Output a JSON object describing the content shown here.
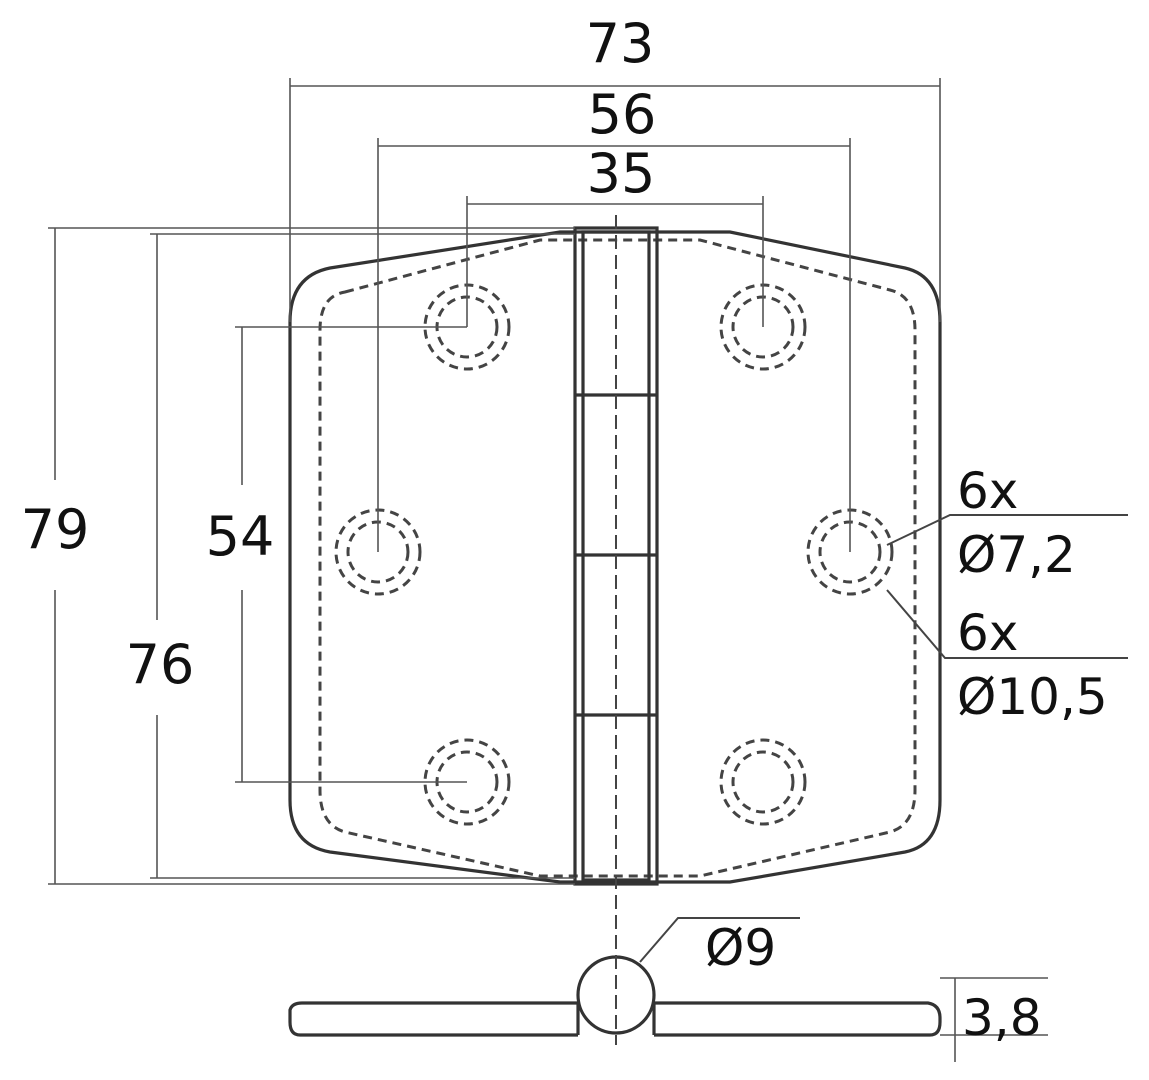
{
  "dimensions": {
    "overall_width": "73",
    "hole_span_outer": "56",
    "hole_span_inner": "35",
    "overall_height": "79",
    "leaf_height": "76",
    "hole_spacing_vertical": "54",
    "small_hole_count": "6x",
    "small_hole_diameter": "Ø7,2",
    "large_hole_count": "6x",
    "large_hole_diameter": "Ø10,5",
    "pin_diameter": "Ø9",
    "thickness": "3,8"
  },
  "colors": {
    "line": "#333333",
    "text": "#111111",
    "background": "#ffffff"
  }
}
